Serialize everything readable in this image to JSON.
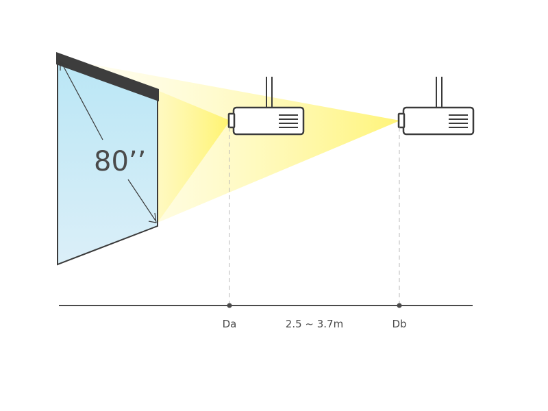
{
  "diagram": {
    "screen_size_label": "80’’",
    "marker_a_label": "Da",
    "marker_b_label": "Db",
    "distance_label": "2.5 ~ 3.7m",
    "colors": {
      "beam": "#fff36a",
      "screen_fill_top": "#b9e6f5",
      "screen_fill_bottom": "#d8eef7",
      "outline": "#3a3a3a",
      "screen_bezel": "#3d3d3d",
      "guide_line": "#b8b8b8",
      "text": "#4a4a4a"
    },
    "icons": [
      "projector-icon",
      "projector-icon"
    ]
  }
}
